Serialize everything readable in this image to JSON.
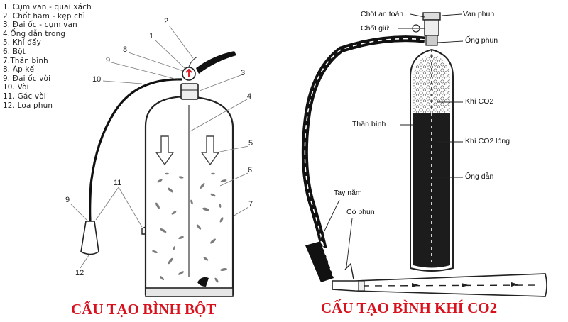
{
  "powder_extinguisher": {
    "title": "CẤU TẠO BÌNH BỘT",
    "legend": [
      "1. Cụm van - quai xách",
      "2. Chốt hãm - kẹp chì",
      "3. Đai ốc - cụm van",
      "4.Ống dẫn trong",
      "5. Khí đẩy",
      "6. Bột",
      "7.Thân bình",
      "8. Áp kế",
      "9. Đai ốc vòi",
      "10. Vòi",
      "11. Gác vòi",
      "12. Loa phun"
    ],
    "callouts": [
      "1",
      "2",
      "3",
      "4",
      "5",
      "6",
      "7",
      "8",
      "9",
      "10",
      "11",
      "9",
      "12"
    ]
  },
  "co2_extinguisher": {
    "title": "CẤU TẠO BÌNH KHÍ CO2",
    "labels": {
      "safety_pin": "Chốt an toàn",
      "spray_valve": "Van phun",
      "retaining_pin": "Chốt giữ",
      "spray_tube": "Ống phun",
      "co2_gas": "Khí CO2",
      "cylinder_body": "Thân bình",
      "liquid_co2": "Khí CO2 lỏng",
      "siphon_tube": "Ống dẫn",
      "handle": "Tay nắm",
      "nozzle_grip": "Cò phun"
    }
  },
  "colors": {
    "title": "#d8111c",
    "ink": "#111111",
    "liquid": "#1c1c1c"
  }
}
